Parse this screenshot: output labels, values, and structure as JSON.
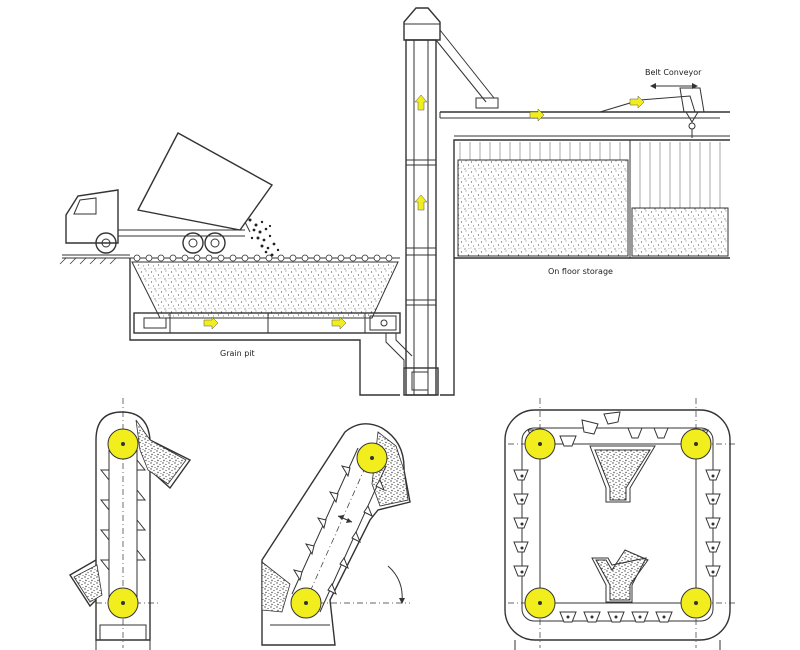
{
  "labels": {
    "belt_conveyor": "Belt Conveyor",
    "on_floor_storage": "On floor storage",
    "grain_pit": "Grain pit"
  },
  "colors": {
    "pulley": "#f2ee1d",
    "arrow": "#f2ee1d",
    "line": "#333333",
    "grain": "#555555"
  }
}
